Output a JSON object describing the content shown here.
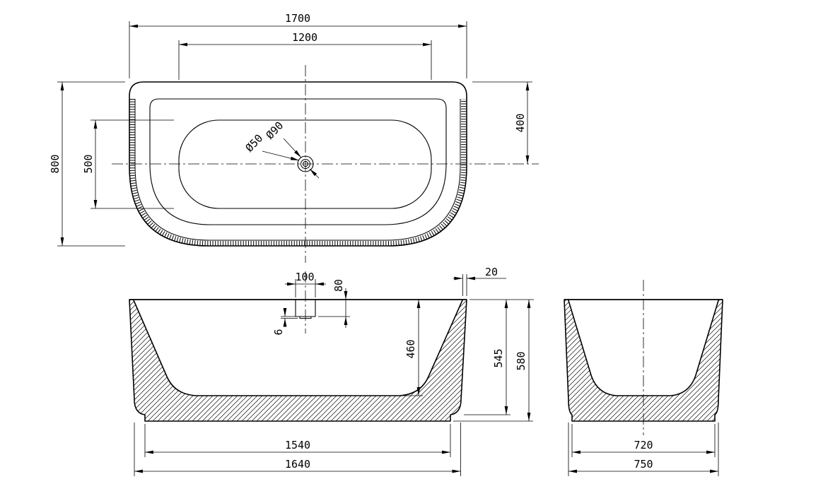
{
  "drawing": {
    "kind": "bathtub-technical-drawing",
    "colors": {
      "ink": "#000000",
      "background": "#ffffff"
    },
    "plan": {
      "overall_length": "1700",
      "inner_length": "1200",
      "overall_width": "800",
      "inner_width": "500",
      "edge_to_center": "400",
      "drain_outer": "Ø90",
      "drain_inner": "Ø50"
    },
    "front": {
      "recess_width": "100",
      "recess_depth": "80",
      "recess_step": "6",
      "basin_depth": "460",
      "height_to_ledge": "545",
      "overall_height": "580",
      "rim_wall": "20",
      "base_length": "1540",
      "bottom_length": "1640"
    },
    "side": {
      "base_width": "720",
      "bottom_width": "750"
    }
  }
}
